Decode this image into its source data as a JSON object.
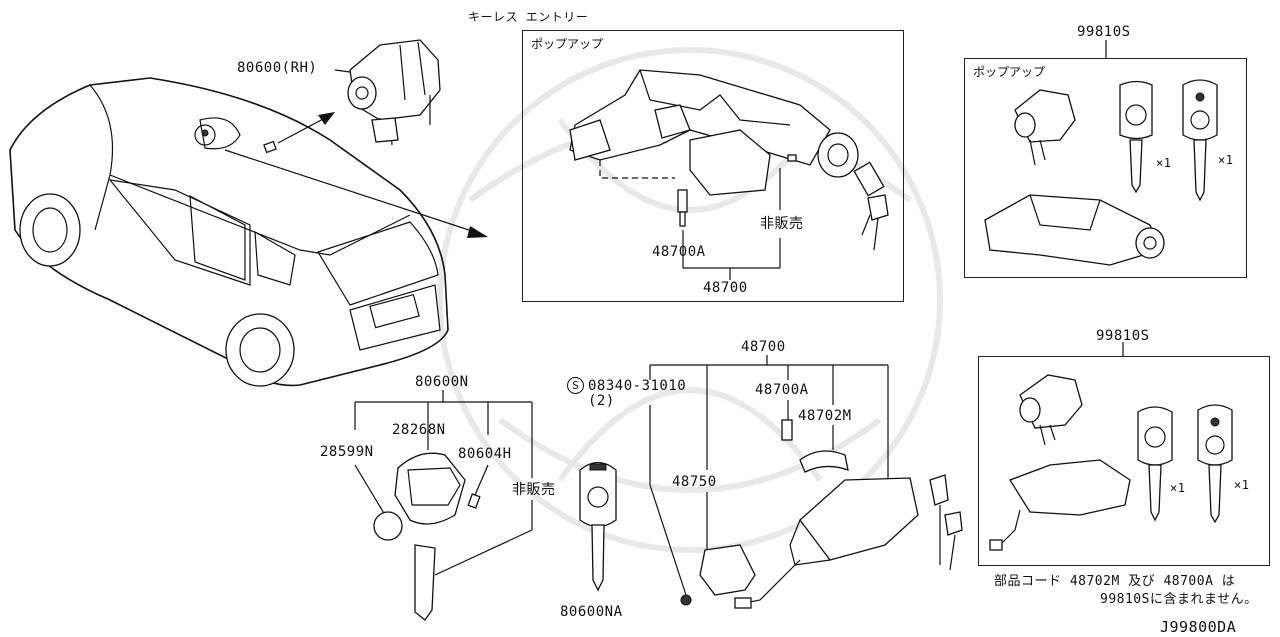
{
  "diagram": {
    "code": "J99800DA",
    "header_keyless": "キーレス エントリー",
    "popup_label": "ポップアップ",
    "not_sold": "非販売",
    "note_line1": "部品コード 48702M 及び 48700A は",
    "note_line2": "99810Sに含まれません。",
    "parts": {
      "p80600rh": "80600(RH)",
      "p48700A_top": "48700A",
      "p48700_top": "48700",
      "p99810S_top": "99810S",
      "p99810S_bottom": "99810S",
      "qty_x1": "×1",
      "p80600N": "80600N",
      "p28268N": "28268N",
      "p28599N": "28599N",
      "p80604H": "80604H",
      "p80600NA": "80600NA",
      "p08340": "08340-31010",
      "p08340_qty": "(2)",
      "p08340_symbol": "S",
      "p48700_bottom": "48700",
      "p48700A_bottom": "48700A",
      "p48702M": "48702M",
      "p48750": "48750"
    }
  }
}
